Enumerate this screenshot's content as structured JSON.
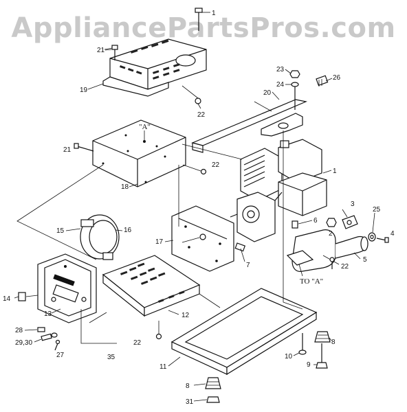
{
  "watermark": "AppliancePartsPros.com",
  "accent_color": "#111111",
  "watermark_color": "#c9c9c9",
  "callouts": {
    "c1": "1",
    "c2": "2",
    "c3": "3",
    "c4": "4",
    "c5": "5",
    "c6": "6",
    "c7": "7",
    "c8a": "8",
    "c8b": "8",
    "c9": "9",
    "c10": "10",
    "c11": "11",
    "c12": "12",
    "c13": "13",
    "c14": "14",
    "c15": "15",
    "c16": "16",
    "c17": "17",
    "c18": "18",
    "c19": "19",
    "c20": "20",
    "c21a": "21",
    "c21b": "21",
    "c22a": "22",
    "c22b": "22",
    "c22c": "22",
    "c22d": "22",
    "c23": "23",
    "c24": "24",
    "c25": "25",
    "c26": "26",
    "c27": "27",
    "c28": "28",
    "c2930": "29,30",
    "c31": "31",
    "c35": "35"
  },
  "markers": {
    "a_top": "\"A\"",
    "to_a": "TO \"A\""
  }
}
